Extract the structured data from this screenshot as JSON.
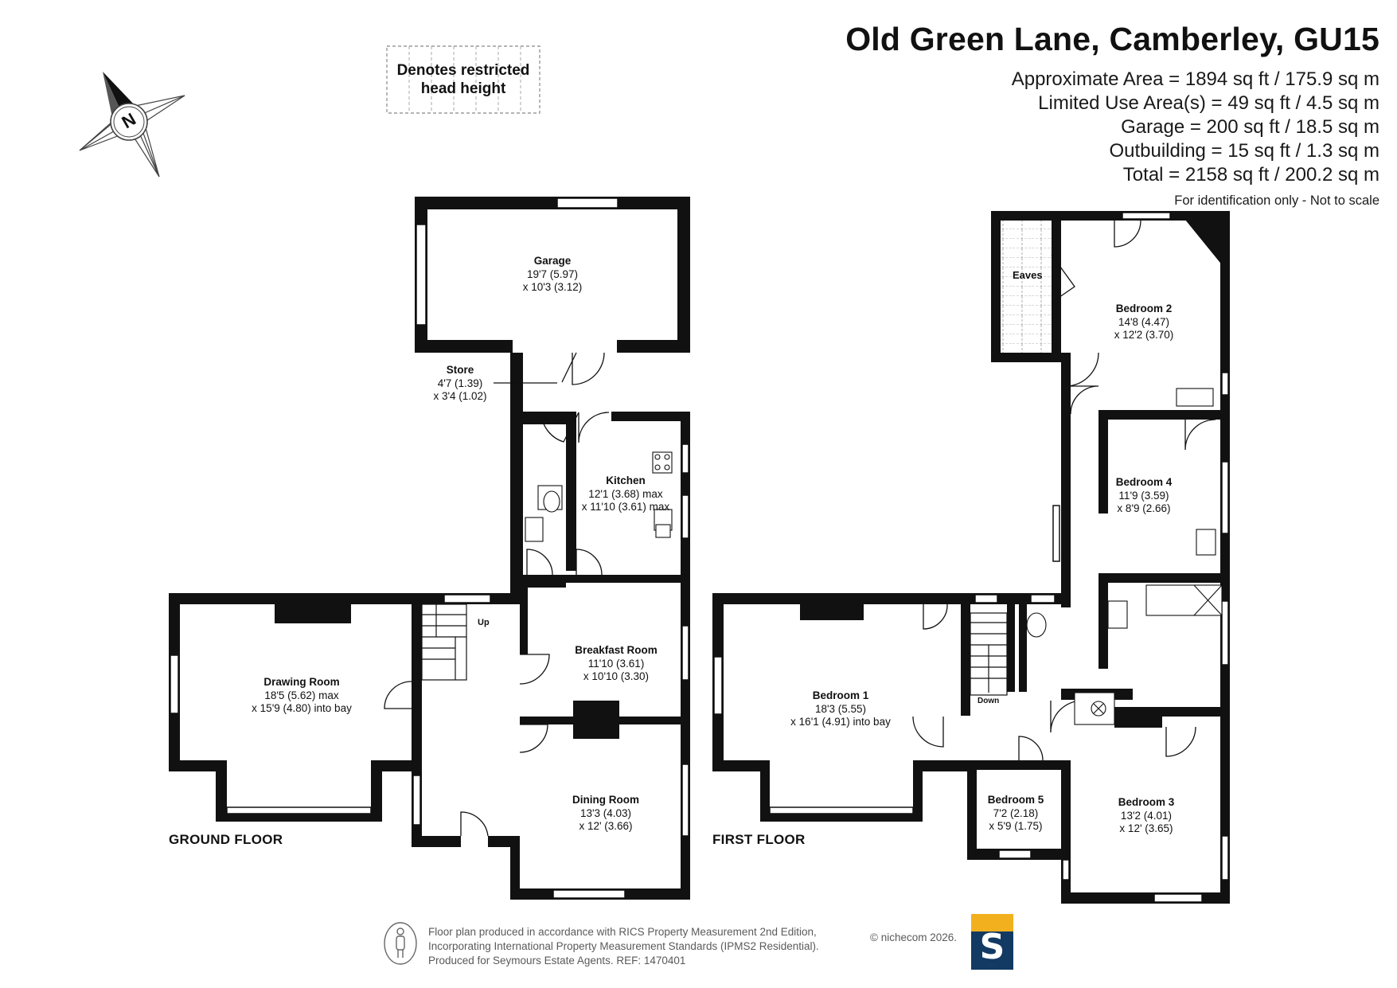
{
  "header": {
    "title": "Old Green Lane, Camberley, GU15",
    "areas": [
      "Approximate Area = 1894 sq ft / 175.9 sq m",
      "Limited Use Area(s) = 49 sq ft / 4.5 sq m",
      "Garage = 200 sq ft / 18.5 sq m",
      "Outbuilding = 15 sq ft / 1.3 sq m",
      "Total = 2158 sq ft / 200.2 sq m"
    ],
    "note": "For identification only - Not to scale"
  },
  "legend": {
    "line1": "Denotes restricted",
    "line2": "head height"
  },
  "compass": {
    "label": "N",
    "icon": "north-compass-icon"
  },
  "floors": {
    "ground": {
      "label": "GROUND FLOOR",
      "rooms": {
        "garage": {
          "name": "Garage",
          "dim1": "19'7 (5.97)",
          "dim2": "x 10'3 (3.12)"
        },
        "store": {
          "name": "Store",
          "dim1": "4'7 (1.39)",
          "dim2": "x 3'4 (1.02)"
        },
        "kitchen": {
          "name": "Kitchen",
          "dim1": "12'1 (3.68) max",
          "dim2": "x 11'10 (3.61) max"
        },
        "breakfast": {
          "name": "Breakfast Room",
          "dim1": "11'10 (3.61)",
          "dim2": "x 10'10 (3.30)"
        },
        "drawing": {
          "name": "Drawing Room",
          "dim1": "18'5 (5.62) max",
          "dim2": "x 15'9 (4.80) into bay"
        },
        "dining": {
          "name": "Dining Room",
          "dim1": "13'3 (4.03)",
          "dim2": "x 12' (3.66)"
        }
      },
      "stairs_label": "Up"
    },
    "first": {
      "label": "FIRST FLOOR",
      "rooms": {
        "bedroom1": {
          "name": "Bedroom 1",
          "dim1": "18'3 (5.55)",
          "dim2": "x 16'1 (4.91) into bay"
        },
        "bedroom2": {
          "name": "Bedroom 2",
          "dim1": "14'8 (4.47)",
          "dim2": "x 12'2 (3.70)"
        },
        "bedroom3": {
          "name": "Bedroom 3",
          "dim1": "13'2 (4.01)",
          "dim2": "x 12' (3.65)"
        },
        "bedroom4": {
          "name": "Bedroom 4",
          "dim1": "11'9 (3.59)",
          "dim2": "x 8'9 (2.66)"
        },
        "bedroom5": {
          "name": "Bedroom 5",
          "dim1": "7'2 (2.18)",
          "dim2": "x 5'9 (1.75)"
        }
      },
      "eaves_label": "Eaves",
      "stairs_label": "Down"
    }
  },
  "footer": {
    "lines": [
      "Floor plan produced in accordance with RICS Property Measurement 2nd Edition,",
      "Incorporating International Property Measurement Standards (IPMS2 Residential).",
      "Produced for Seymours Estate Agents.    REF: 1470401"
    ],
    "copyright": "© nichecom 2026.",
    "brand_letter": "S",
    "brand_colors": {
      "navy": "#123a63",
      "gold": "#f2b01e"
    }
  }
}
